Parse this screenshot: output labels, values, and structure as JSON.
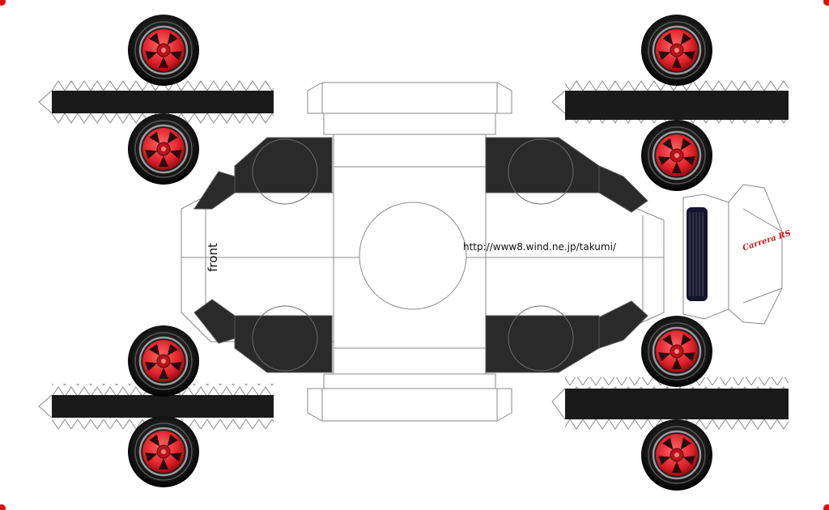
{
  "sheet": {
    "front_label": "front",
    "url_text": "http://www8.wind.ne.jp/takumi/",
    "rear_badge": "Carrera RS"
  },
  "colors": {
    "paper": "#ffffff",
    "panel_black": "#2a2a2a",
    "line": "#8a8a8a",
    "hub_red": "#e0202a",
    "corner_dot": "#e01010"
  },
  "icons": [
    "wheel-icon",
    "corner-mark-icon"
  ]
}
